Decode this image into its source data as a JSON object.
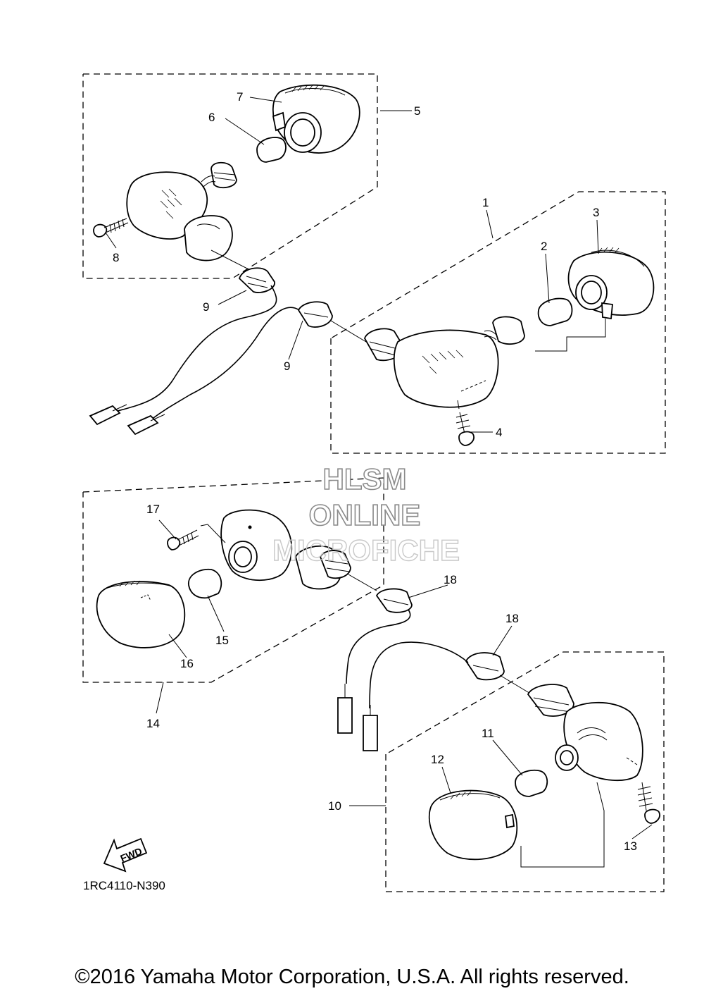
{
  "watermark": {
    "line1": "HLSM",
    "line2": "ONLINE",
    "line3": "MICROFICHE"
  },
  "diagram_code": "1RC4110-N390",
  "direction_marker": "FWD",
  "copyright": "©2016 Yamaha Motor Corporation, U.S.A. All rights reserved.",
  "callouts": [
    "1",
    "2",
    "3",
    "4",
    "5",
    "6",
    "7",
    "8",
    "9",
    "9",
    "10",
    "11",
    "12",
    "13",
    "14",
    "15",
    "16",
    "17",
    "18",
    "18"
  ]
}
